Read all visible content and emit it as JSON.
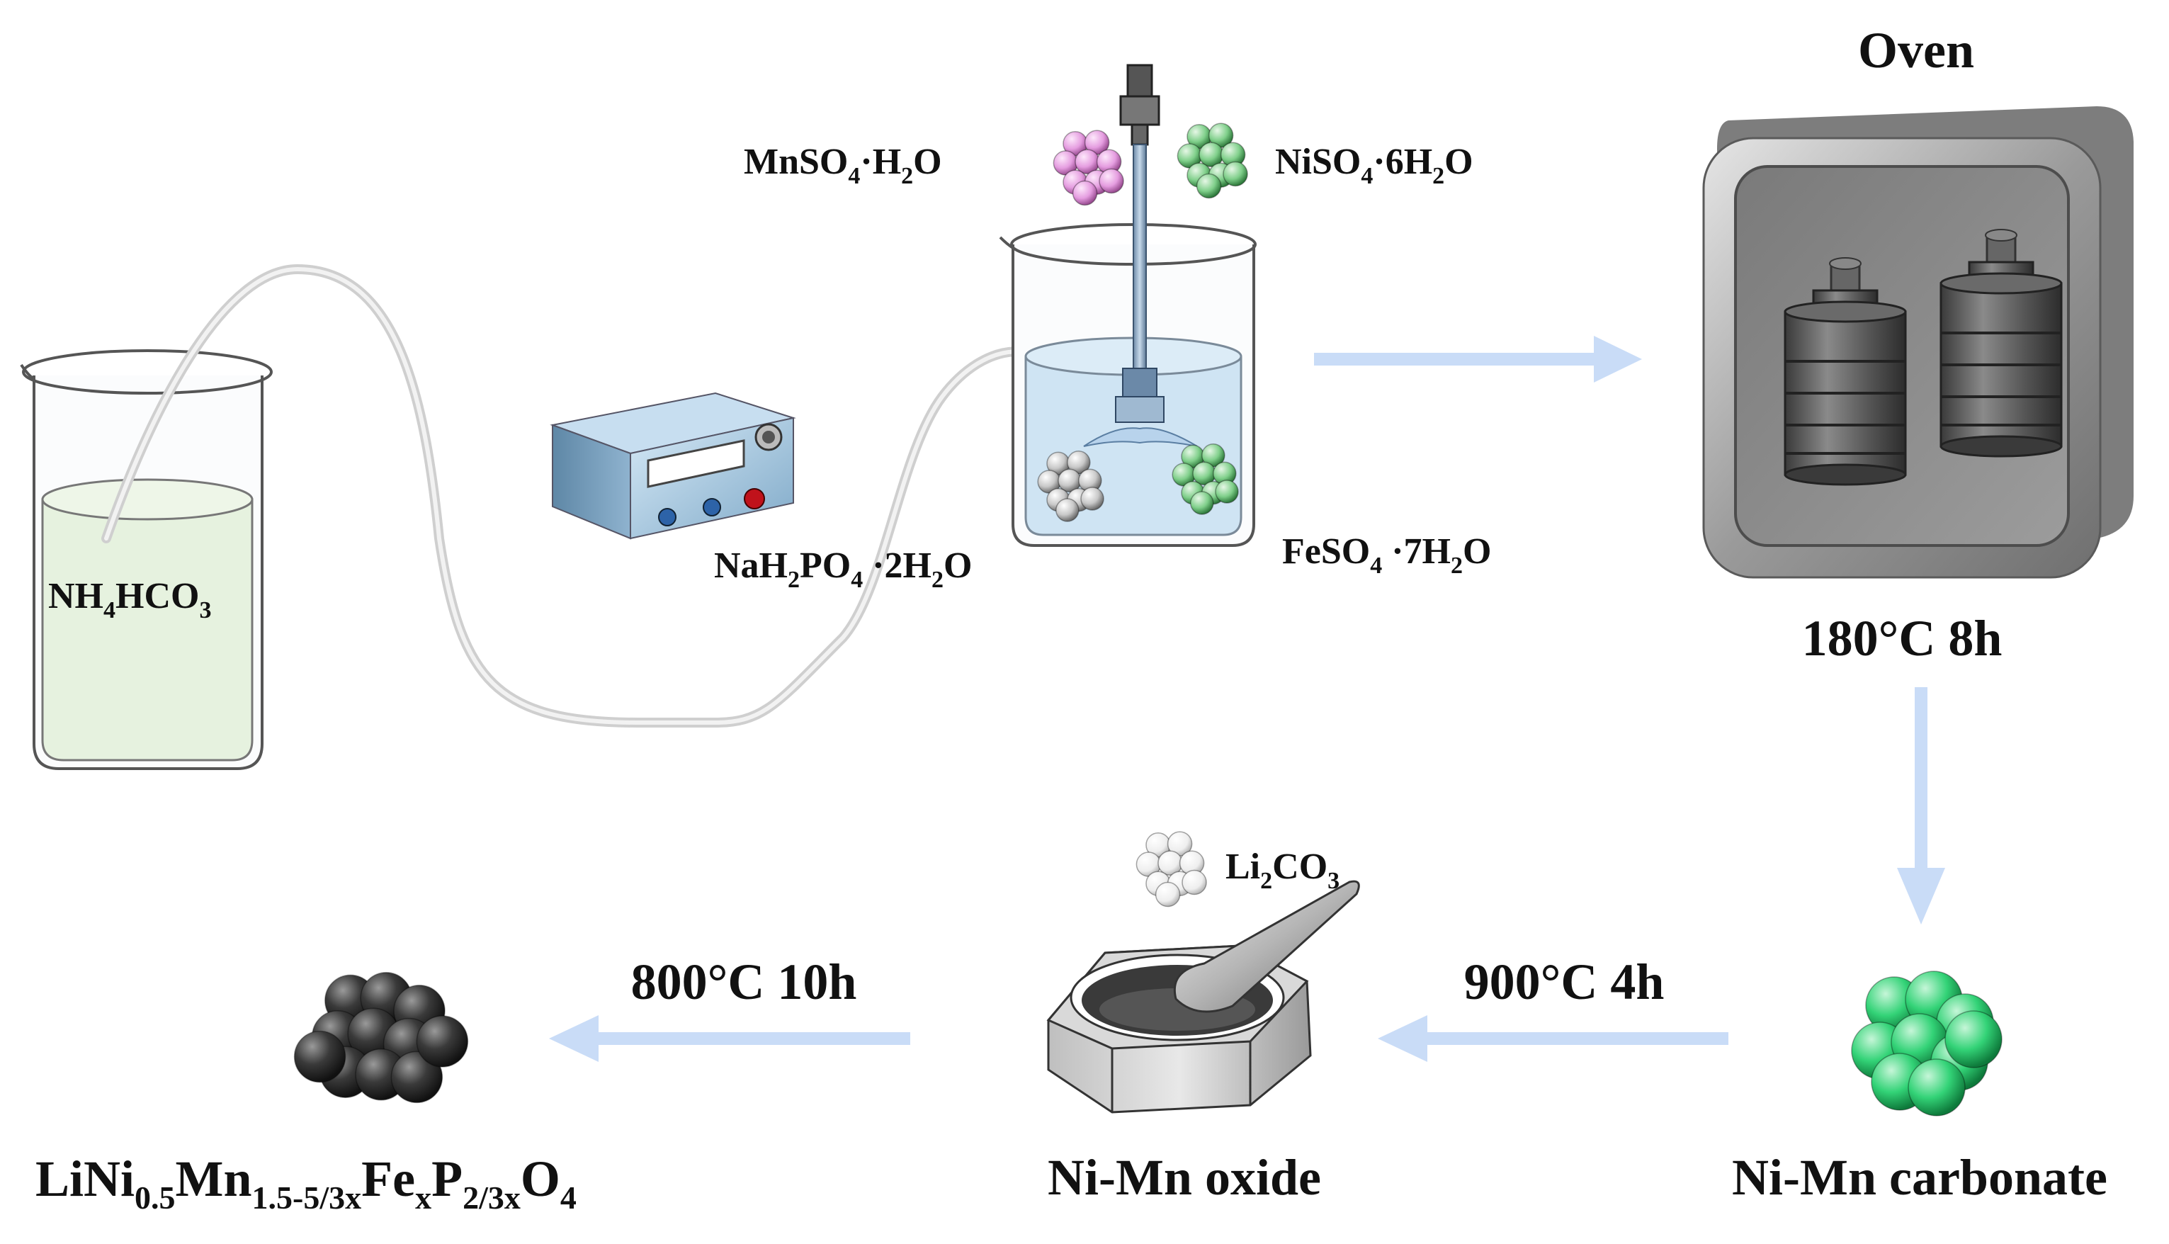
{
  "reagents": {
    "nh4hco3": [
      "NH",
      "4",
      "HCO",
      "3"
    ],
    "mnso4": [
      "MnSO",
      "4",
      "·H",
      "2",
      "O"
    ],
    "niso4": [
      "NiSO",
      "4",
      "·6H",
      "2",
      "O"
    ],
    "nah2po4": [
      "NaH",
      "2",
      "PO",
      "4",
      " ·2H",
      "2",
      "O"
    ],
    "feso4": [
      "FeSO",
      "4",
      " ·7H",
      "2",
      "O"
    ],
    "li2co3": [
      "Li",
      "2",
      "CO",
      "3"
    ]
  },
  "oven": {
    "title": "Oven",
    "condition": "180°C 8h"
  },
  "steps": {
    "calcine_1": "900°C 4h",
    "calcine_2": "800°C 10h"
  },
  "products": {
    "carbonate": "Ni-Mn carbonate",
    "oxide": "Ni-Mn oxide",
    "final": [
      "LiNi",
      "0.5",
      "Mn",
      "1.5-5/3x",
      "Fe",
      "x",
      "P",
      "2/3x",
      "O",
      "4"
    ]
  },
  "colors": {
    "arrow": "#c9dcf7",
    "mn_particles": "#e59de0",
    "ni_particles": "#7fcf8a",
    "fe_particles": "#c8c8c8",
    "carbonate_particles": "#33d377",
    "li_particles": "#f2f2f2",
    "final_particles": "#3a3a3a",
    "solution_left": "#e6f2df",
    "solution_right": "#cfe4f3",
    "oven_body": "#8a8a8a"
  }
}
